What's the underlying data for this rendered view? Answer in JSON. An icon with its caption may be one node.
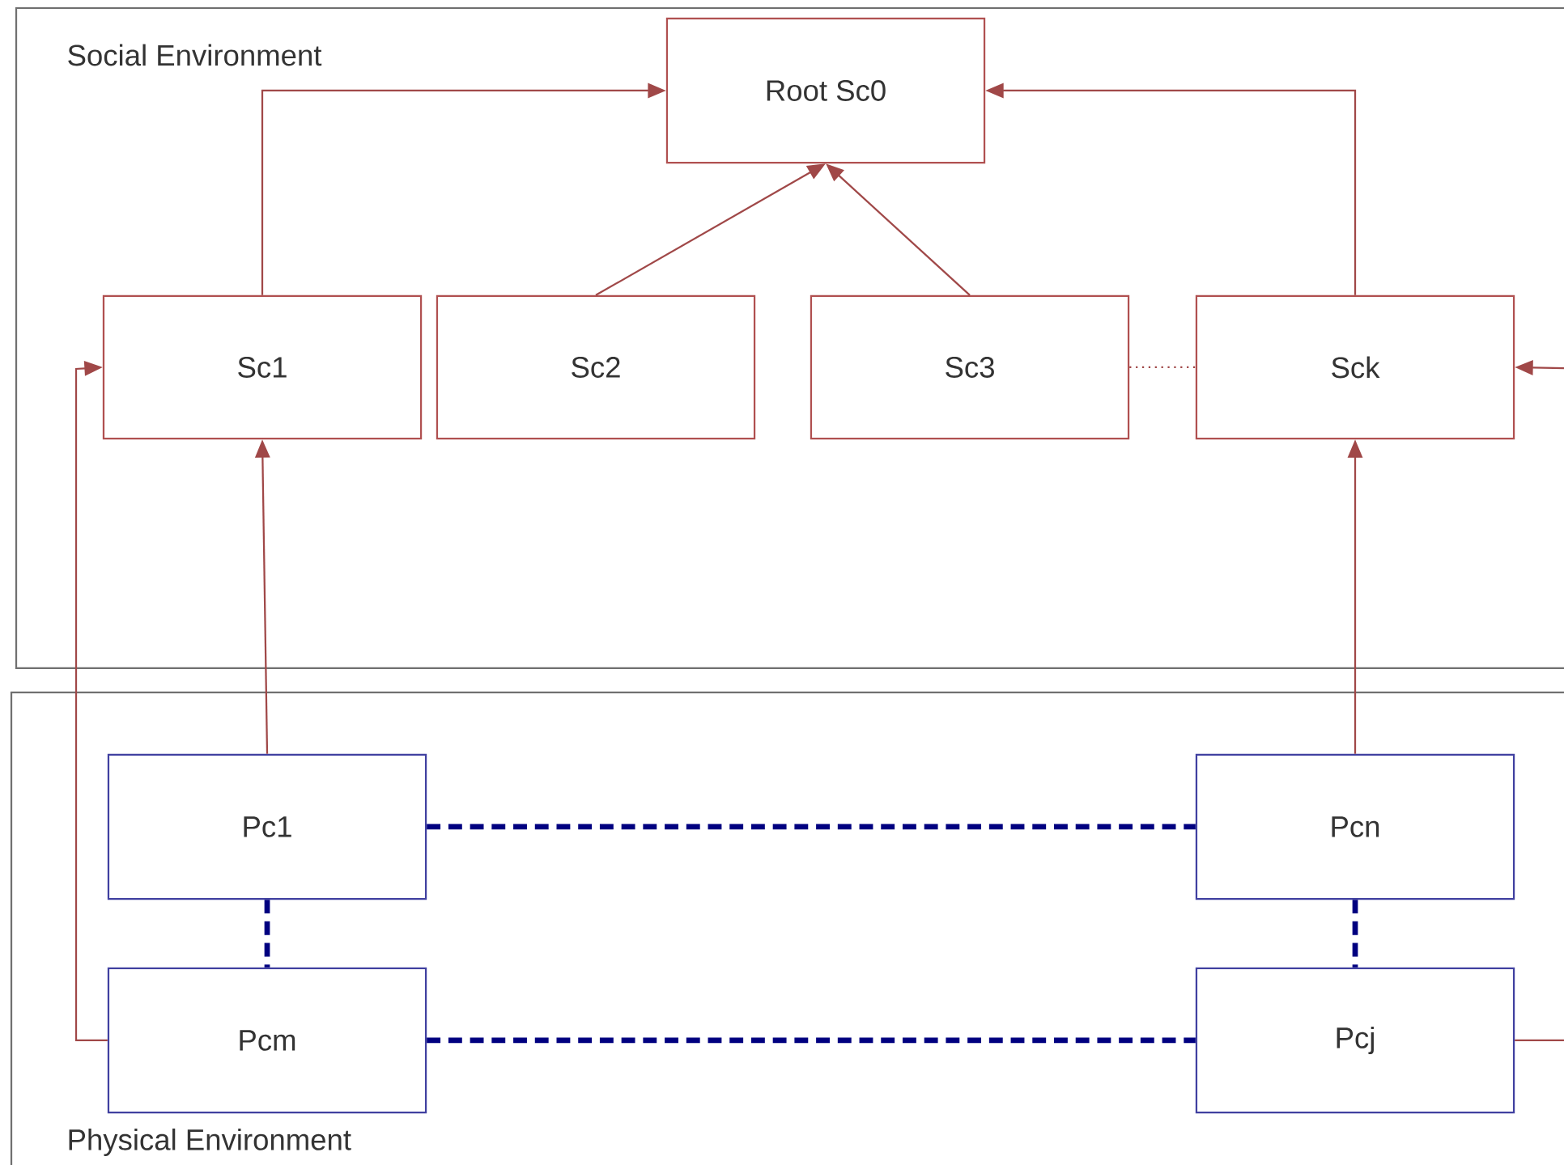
{
  "diagram": {
    "nodes": [
      {
        "text": [
          "Social Environment"
        ]
      },
      {
        "text": [
          "Root Sc0"
        ],
        "in": 0
      },
      {
        "text": [
          "Sc1"
        ],
        "in": 0
      },
      {
        "text": [
          "Sc2"
        ],
        "in": 0
      },
      {
        "text": [
          "Sc3"
        ],
        "in": 0
      },
      {
        "text": [
          "Sck"
        ],
        "in": 0
      },
      {
        "text": [
          "Physical Environment"
        ]
      },
      {
        "text": [
          "Pc1"
        ],
        "in": 6
      },
      {
        "text": [
          "Pcn"
        ],
        "in": 6
      },
      {
        "text": [
          "Pcm"
        ],
        "in": 6
      },
      {
        "text": [
          "Pcj"
        ],
        "in": 6
      }
    ],
    "edges": [
      {
        "from": 2,
        "to": 1,
        "arrow": "to"
      },
      {
        "from": 3,
        "to": 1,
        "arrow": "to"
      },
      {
        "from": 4,
        "to": 1,
        "arrow": "to"
      },
      {
        "from": 5,
        "to": 1,
        "arrow": "to"
      },
      {
        "from": 4,
        "to": 5,
        "arrow": "none",
        "style": "dashed"
      },
      {
        "from": 7,
        "to": 2,
        "arrow": "to"
      },
      {
        "from": 8,
        "to": 5,
        "arrow": "to"
      },
      {
        "from": 9,
        "to": 2,
        "arrow": "to"
      },
      {
        "from": 10,
        "to": 5,
        "arrow": "to"
      },
      {
        "from": 7,
        "to": 8,
        "arrow": "none",
        "style": "dashed",
        "color": "#000080"
      },
      {
        "from": 7,
        "to": 9,
        "arrow": "none",
        "style": "dashed",
        "color": "#000080"
      },
      {
        "from": 8,
        "to": 10,
        "arrow": "none",
        "style": "dashed",
        "color": "#000080"
      },
      {
        "from": 9,
        "to": 10,
        "arrow": "none",
        "style": "dashed",
        "color": "#000080"
      }
    ]
  }
}
